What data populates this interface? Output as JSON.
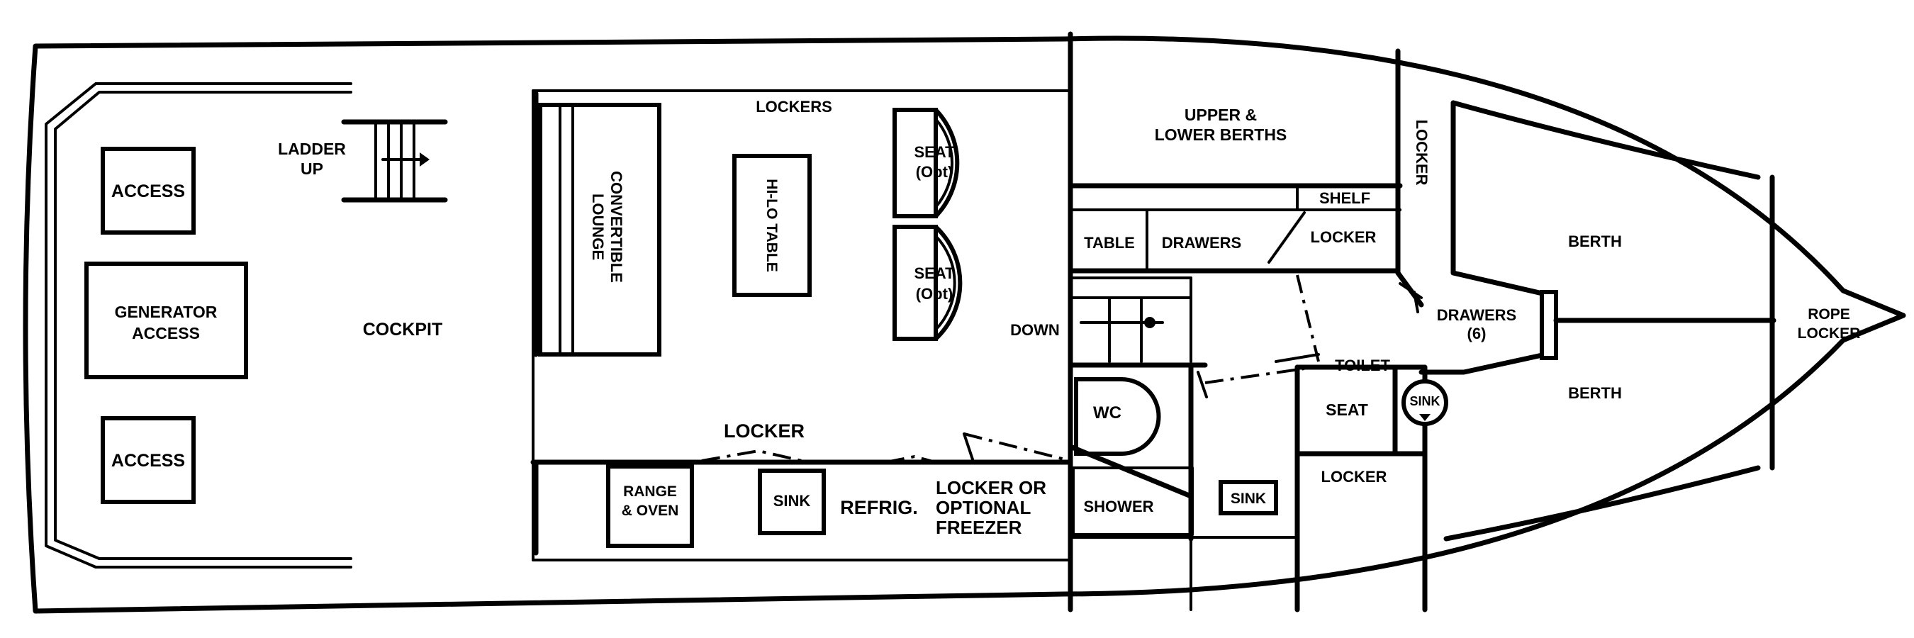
{
  "labels": {
    "access_top": "ACCESS",
    "generator_1": "GENERATOR",
    "generator_2": "ACCESS",
    "access_bottom": "ACCESS",
    "ladder_1": "LADDER",
    "ladder_2": "UP",
    "cockpit": "COCKPIT",
    "lockers": "LOCKERS",
    "convertible_1": "CONVERTIBLE",
    "convertible_2": "LOUNGE",
    "hilo_table": "HI-LO TABLE",
    "seat_top_1": "SEAT",
    "seat_top_2": "(Opt)",
    "seat_bottom_1": "SEAT",
    "seat_bottom_2": "(Opt)",
    "down": "DOWN",
    "locker_galley": "LOCKER",
    "range_1": "RANGE",
    "range_2": "& OVEN",
    "sink_galley": "SINK",
    "refrig": "REFRIG.",
    "freezer_1": "LOCKER OR",
    "freezer_2": "OPTIONAL",
    "freezer_3": "FREEZER",
    "upper_berths_1": "UPPER &",
    "upper_berths_2": "LOWER BERTHS",
    "shelf": "SHELF",
    "table": "TABLE",
    "drawers": "DRAWERS",
    "locker_mid": "LOCKER",
    "locker_vertical": "LOCKER",
    "wc": "WC",
    "toilet": "TOILET",
    "seat_head": "SEAT",
    "sink_head": "SINK",
    "shower": "SHOWER",
    "sink_shower": "SINK",
    "locker_head": "LOCKER",
    "drawers6_1": "DRAWERS",
    "drawers6_2": "(6)",
    "berth_top": "BERTH",
    "berth_bottom": "BERTH",
    "rope_1": "ROPE",
    "rope_2": "LOCKER"
  }
}
